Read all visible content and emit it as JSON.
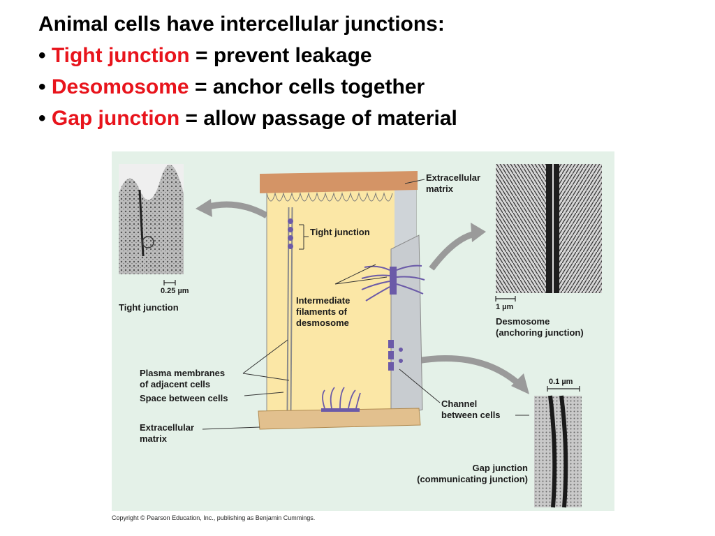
{
  "heading": {
    "title": "Animal cells have intercellular junctions:",
    "bullets": [
      {
        "marker": "•",
        "term": "Tight junction",
        "sep": "=",
        "desc": "prevent leakage"
      },
      {
        "marker": "•",
        "term": "Desomosome",
        "sep": "=",
        "desc": "anchor cells together"
      },
      {
        "marker": "•",
        "term": "Gap junction",
        "sep": "=",
        "desc": "allow passage of material"
      }
    ]
  },
  "colors": {
    "term": "#e8141c",
    "text": "#000000",
    "figure_bg": "#e4f1e8",
    "cell": "#fbe7a6",
    "matrix_top": "#d49466",
    "basal": "#e2c08e",
    "protein": "#6b5aa8"
  },
  "figure": {
    "labels": {
      "extracellular_matrix_top": [
        "Extracellular",
        "matrix"
      ],
      "tight_junction": "Tight junction",
      "intermediate_filaments": [
        "Intermediate",
        "filaments of",
        "desmosome"
      ],
      "plasma_membranes": [
        "Plasma membranes",
        "of adjacent cells"
      ],
      "space_between": "Space between cells",
      "extracellular_matrix_bottom": [
        "Extracellular",
        "matrix"
      ],
      "channel": [
        "Channel",
        "between cells"
      ]
    },
    "micrographs": {
      "tight": {
        "scale": "0.25 µm",
        "caption": "Tight junction"
      },
      "desmosome": {
        "scale": "1 µm",
        "caption": [
          "Desmosome",
          "(anchoring junction)"
        ]
      },
      "gap": {
        "scale": "0.1 µm",
        "caption": [
          "Gap junction",
          "(communicating junction)"
        ]
      }
    }
  },
  "copyright": "Copyright © Pearson Education, Inc., publishing as Benjamin Cummings."
}
